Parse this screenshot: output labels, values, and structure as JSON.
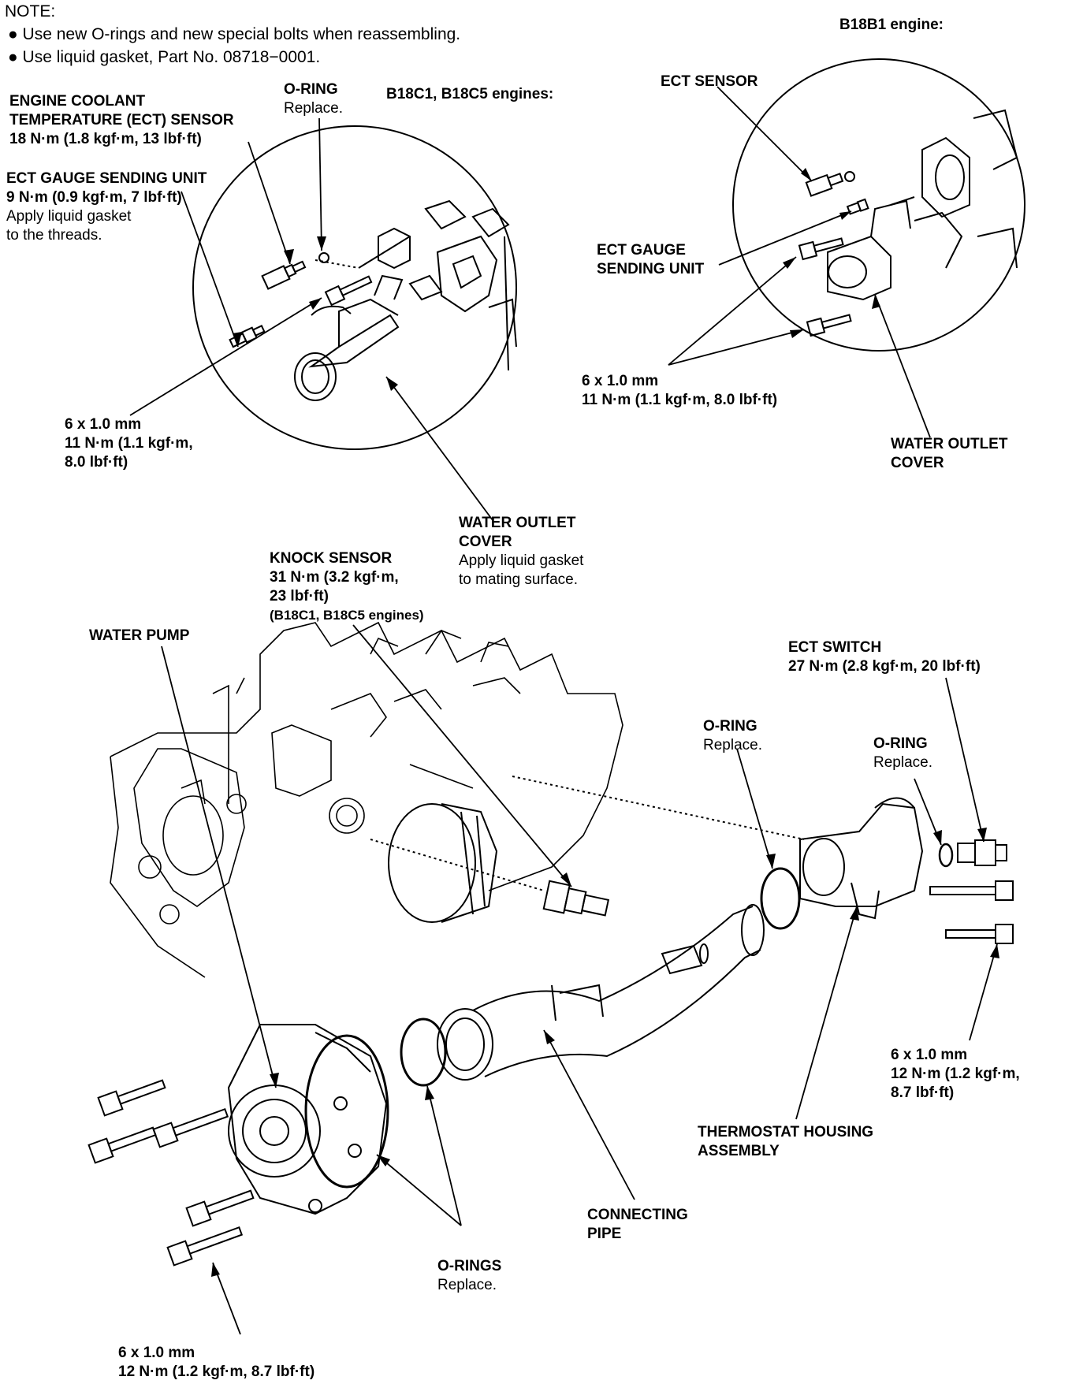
{
  "note": {
    "heading": "NOTE:",
    "items": [
      "Use new O-rings and new special bolts when reassembling.",
      "Use liquid gasket, Part No. 08718−0001."
    ]
  },
  "insets": {
    "b18c": {
      "title": "B18C1, B18C5 engines:"
    },
    "b18b": {
      "title": "B18B1 engine:"
    }
  },
  "callouts": {
    "ect_sensor_c": {
      "line1": "ENGINE COOLANT",
      "line2": "TEMPERATURE (ECT) SENSOR",
      "torque": "18 N·m (1.8 kgf·m, 13 lbf·ft)"
    },
    "o_ring_c": {
      "name": "O-RING",
      "note": "Replace."
    },
    "ect_gauge_c": {
      "name": "ECT GAUGE SENDING UNIT",
      "torque": "9 N·m (0.9 kgf·m, 7 lbf·ft)",
      "note1": "Apply liquid gasket",
      "note2": "to the threads."
    },
    "bolt_c": {
      "size": "6 x 1.0 mm",
      "torque1": "11 N·m (1.1 kgf·m,",
      "torque2": "8.0 lbf·ft)"
    },
    "outlet_c": {
      "line1": "WATER OUTLET",
      "line2": "COVER",
      "note1": "Apply liquid gasket",
      "note2": "to mating surface."
    },
    "ect_sensor_b": {
      "name": "ECT SENSOR"
    },
    "ect_gauge_b": {
      "line1": "ECT GAUGE",
      "line2": "SENDING UNIT"
    },
    "bolt_b": {
      "size": "6 x 1.0 mm",
      "torque": "11 N·m (1.1 kgf·m, 8.0 lbf·ft)"
    },
    "outlet_b": {
      "line1": "WATER OUTLET",
      "line2": "COVER"
    },
    "knock": {
      "name": "KNOCK SENSOR",
      "torque1": "31 N·m (3.2 kgf·m,",
      "torque2": "23 lbf·ft)",
      "note": "(B18C1, B18C5 engines)"
    },
    "water_pump": {
      "name": "WATER PUMP"
    },
    "ect_switch": {
      "name": "ECT SWITCH",
      "torque": "27 N·m (2.8 kgf·m, 20 lbf·ft)"
    },
    "o_ring_pipe": {
      "name": "O-RING",
      "note": "Replace."
    },
    "o_ring_switch": {
      "name": "O-RING",
      "note": "Replace."
    },
    "bolt_thermo": {
      "size": "6 x 1.0 mm",
      "torque1": "12 N·m (1.2 kgf·m,",
      "torque2": "8.7 lbf·ft)"
    },
    "thermostat": {
      "line1": "THERMOSTAT HOUSING",
      "line2": "ASSEMBLY"
    },
    "connecting_pipe": {
      "line1": "CONNECTING",
      "line2": "PIPE"
    },
    "o_rings": {
      "name": "O-RINGS",
      "note": "Replace."
    },
    "bolt_pump": {
      "size": "6 x 1.0 mm",
      "torque": "12 N·m (1.2 kgf·m, 8.7 lbf·ft)"
    }
  }
}
